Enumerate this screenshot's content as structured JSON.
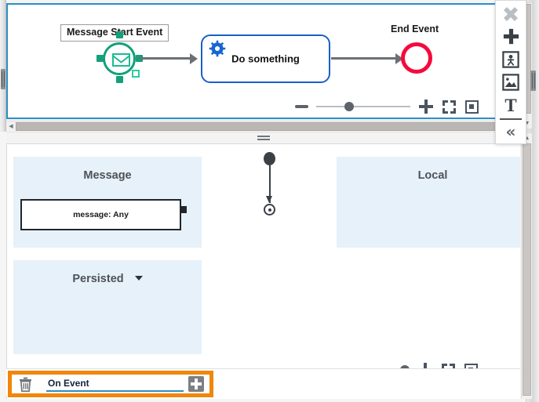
{
  "window": {
    "accent_blue": "#2b8fc4",
    "highlight_orange": "#f0860c",
    "region_fill": "#e7f1f9"
  },
  "top_editor": {
    "name": "bpmn-process-editor",
    "nodes": [
      {
        "id": "message-start-event",
        "label": "Message Start Event",
        "type": "message-start-event",
        "selected": true,
        "color": "#13a07a"
      },
      {
        "id": "service-task",
        "label": "Do something",
        "type": "service-task",
        "icon": "gear-icon",
        "color": "#1a5fc8"
      },
      {
        "id": "end-event",
        "label": "End Event",
        "type": "end-event",
        "color": "#f50a3c"
      }
    ],
    "zoom_control": {
      "minus_label": "−",
      "plus_label": "+",
      "slider_value": 35,
      "fit_icon": "fit-to-screen-icon",
      "actual_size_icon": "actual-size-icon"
    },
    "hscrollbar": {
      "left_arrow": "◀",
      "thumb_percent": 100
    }
  },
  "splitter": {
    "grip_icon": "horizontal-grip-icon"
  },
  "bottom_editor": {
    "name": "state-interface-editor",
    "regions": [
      {
        "id": "message-region",
        "title": "Message",
        "has_caret": false
      },
      {
        "id": "local-region",
        "title": "Local",
        "has_caret": false
      },
      {
        "id": "persisted-region",
        "title": "Persisted",
        "has_caret": true
      }
    ],
    "attributes": [
      {
        "id": "message-attribute",
        "label": "message: Any",
        "region": "message-region"
      }
    ],
    "activity": {
      "initial_node": "uml-initial-node",
      "final_node": "uml-final-node",
      "transition": "uml-transition-arrow"
    },
    "toolbar": {
      "delete_icon": "trash-icon",
      "name_value": "On Event",
      "name_placeholder": "On Event",
      "add_icon": "plus-icon",
      "highlighted": true
    },
    "zoom_control": {
      "minus_label": "−",
      "plus_label": "+",
      "slider_value": 95,
      "fit_icon": "fit-to-screen-icon",
      "actual_size_icon": "actual-size-icon"
    }
  },
  "palette": {
    "items": [
      {
        "id": "delete-tool",
        "icon": "x-burst-icon",
        "disabled": true
      },
      {
        "id": "add-tool",
        "icon": "plus-icon",
        "disabled": false
      },
      {
        "id": "add-actor-tool",
        "icon": "actor-frame-icon",
        "disabled": false
      },
      {
        "id": "add-image-tool",
        "icon": "image-icon",
        "disabled": false
      },
      {
        "id": "add-text-tool",
        "icon": "text-t-icon",
        "disabled": false
      }
    ],
    "collapse": {
      "id": "collapse-palette",
      "icon": "chevron-double-left-icon",
      "label": "«"
    }
  }
}
